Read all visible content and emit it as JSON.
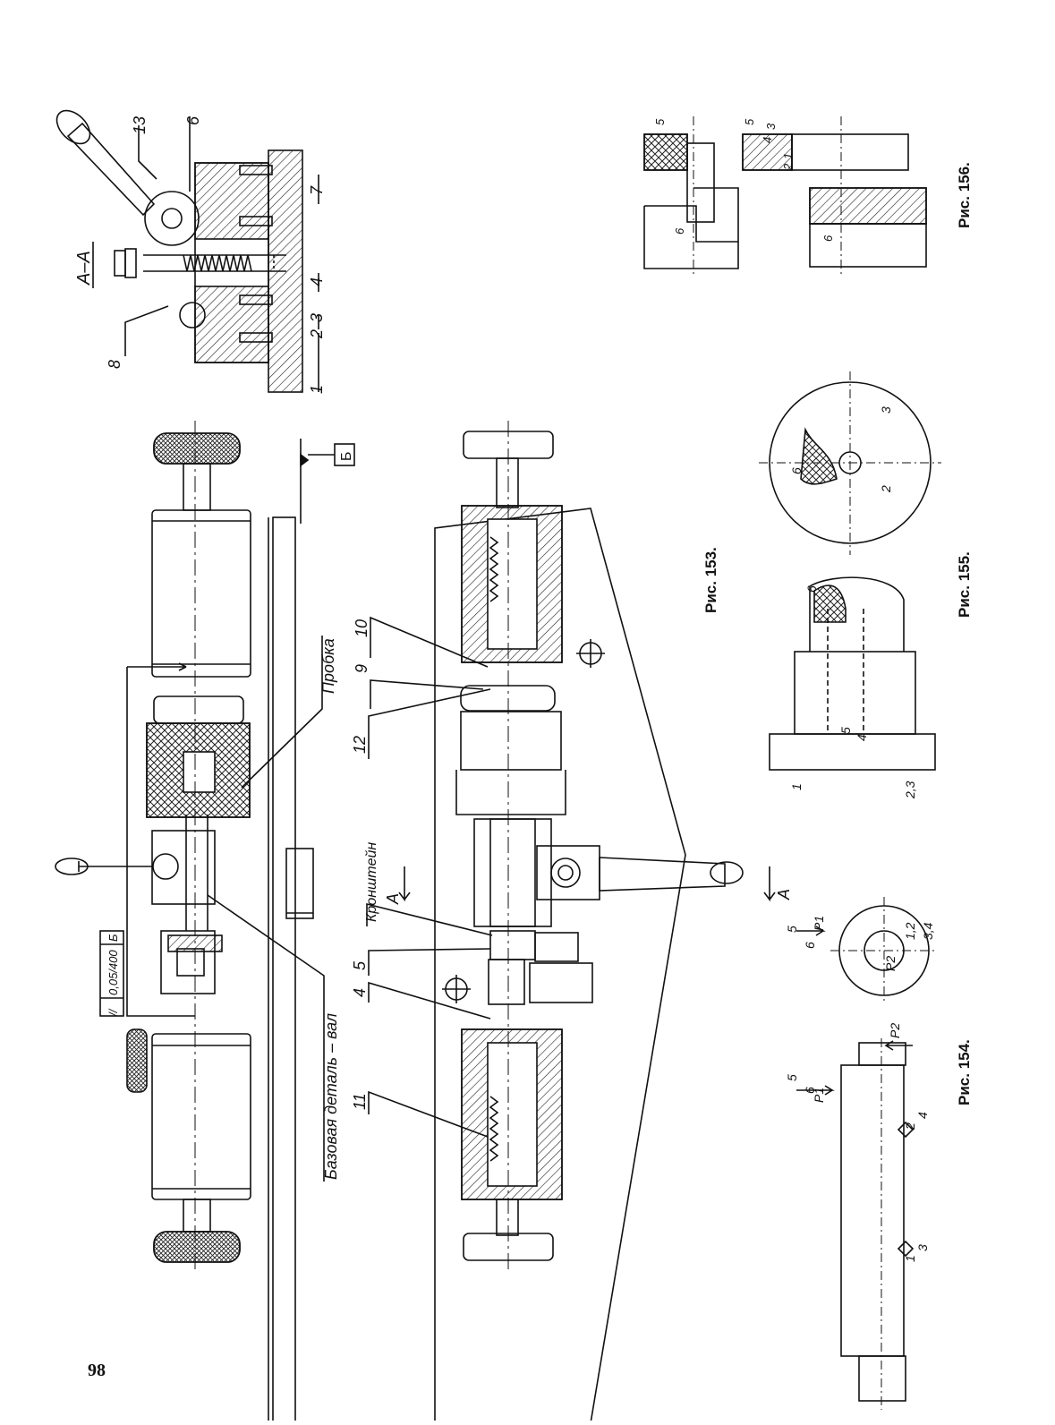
{
  "page": {
    "number": "98"
  },
  "figures": [
    {
      "id": "fig153",
      "caption": "Рис. 153."
    },
    {
      "id": "fig154",
      "caption": "Рис. 154."
    },
    {
      "id": "fig155",
      "caption": "Рис. 155."
    },
    {
      "id": "fig156",
      "caption": "Рис. 156."
    }
  ],
  "fig153": {
    "section_label": "А–А",
    "section_cut_letter": "А",
    "datum_letter": "Б",
    "tolerance_frame": {
      "symbol": "//",
      "value": "0,05/400",
      "datum": "Б"
    },
    "callouts": {
      "base_part": "Базовая деталь – вал",
      "plug": "Пробка",
      "bracket": "Кронштейн"
    },
    "part_numbers_section": [
      "1",
      "2",
      "3",
      "4",
      "6",
      "7",
      "8",
      "13"
    ],
    "part_numbers_plan": [
      "4",
      "5",
      "9",
      "10",
      "11",
      "12"
    ]
  },
  "fig154": {
    "labels": [
      "5",
      "6",
      "P1",
      "P2",
      "1",
      "2",
      "3",
      "4",
      "1,2",
      "3,4"
    ]
  },
  "fig155": {
    "labels": [
      "1",
      "2,3",
      "5",
      "4",
      "6",
      "2",
      "3"
    ]
  },
  "fig156": {
    "labels": [
      "5",
      "3",
      "4",
      "6",
      "1",
      "2"
    ]
  }
}
